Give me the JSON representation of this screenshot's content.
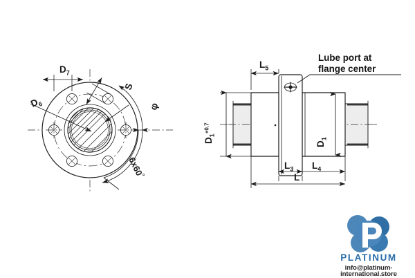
{
  "drawing": {
    "title": "Flange coupling dimensional drawing",
    "views": {
      "front": {
        "name": "front-flange-view",
        "labels": {
          "d7": "D",
          "d7_sub": "7",
          "d6": "D",
          "d6_sub": "6",
          "s": "S",
          "phi": "φ",
          "bolt_pattern": "6x60",
          "degree": "°"
        },
        "bolt_hole_count": 6,
        "bolt_hole_spacing_deg": 60
      },
      "side": {
        "name": "side-section-view",
        "labels": {
          "l5": "L",
          "l5_sub": "5",
          "l3": "L",
          "l3_sub": "3",
          "l4": "L",
          "l4_sub": "4",
          "l": "L",
          "d1_tol": "D",
          "d1_tol_sub": "1",
          "d1_tol_sup": "+0.7",
          "d1": "D",
          "d1_sub": "1"
        },
        "note": {
          "line1": "Lube port at",
          "line2": "flange center"
        }
      }
    },
    "colors": {
      "line": "#1c1c1c",
      "shaft_fill": "#ededed",
      "brand_blue": "#2a6ca8",
      "brand_blue_light": "#5b93c4",
      "brand_grey": "#d8dcdf"
    }
  },
  "watermark": {
    "wordmark": "PLATINUM",
    "email": "info@platinum-international.store",
    "logo_icon": "platinum-p-logo"
  }
}
